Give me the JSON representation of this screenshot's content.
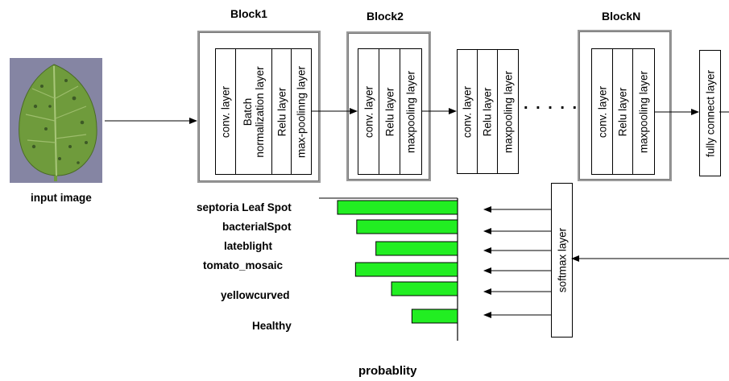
{
  "input": {
    "caption": "input image",
    "image_desc_icon": "leaf-image"
  },
  "blocks": [
    {
      "title": "Block1",
      "layers": [
        "conv. layer",
        "Batch\nnormalization layer",
        "Relu layer",
        "max-poolinng layer"
      ]
    },
    {
      "title": "Block2",
      "layers": [
        "conv. layer",
        "Relu layer",
        "maxpooling layer"
      ]
    },
    {
      "title": "",
      "layers": [
        "conv. layer",
        "Relu layer",
        "maxpooling layer"
      ]
    },
    {
      "title": "BlockN",
      "layers": [
        "conv. layer",
        "Relu layer",
        "maxpooling layer"
      ]
    }
  ],
  "fully_connect": "fully connect layer",
  "softmax": "softmax layer",
  "dots": ". . . . . .",
  "xlabel": "probablity",
  "chart_data": {
    "type": "bar",
    "orientation": "horizontal",
    "categories": [
      "septoria Leaf Spot",
      "bacterialSpot",
      "lateblight",
      "tomato_mosaic",
      "yellowcurved",
      "Healthy"
    ],
    "values": [
      1.0,
      0.84,
      0.68,
      0.85,
      0.55,
      0.38
    ],
    "bar_color": "#22ee22",
    "xlabel": "probablity"
  }
}
